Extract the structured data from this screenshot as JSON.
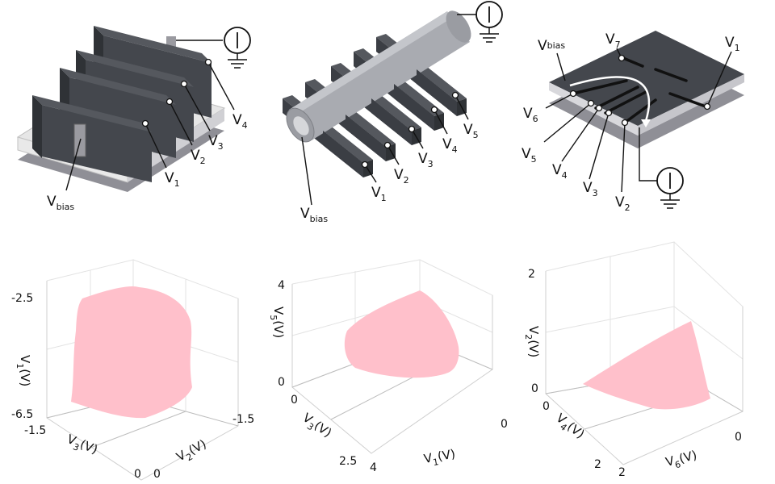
{
  "panels": {
    "fin": {
      "gate_labels": [
        {
          "main": "V",
          "sub": "4"
        },
        {
          "main": "V",
          "sub": "3"
        },
        {
          "main": "V",
          "sub": "2"
        },
        {
          "main": "V",
          "sub": "1"
        }
      ],
      "bias": {
        "main": "V",
        "sub": "bias"
      }
    },
    "nanowire": {
      "gate_labels": [
        {
          "main": "V",
          "sub": "1"
        },
        {
          "main": "V",
          "sub": "2"
        },
        {
          "main": "V",
          "sub": "3"
        },
        {
          "main": "V",
          "sub": "4"
        },
        {
          "main": "V",
          "sub": "5"
        }
      ],
      "bias": {
        "main": "V",
        "sub": "bias"
      }
    },
    "planar": {
      "gate_labels": [
        {
          "main": "V",
          "sub": "bias"
        },
        {
          "main": "V",
          "sub": "7"
        },
        {
          "main": "V",
          "sub": "1"
        },
        {
          "main": "V",
          "sub": "6"
        },
        {
          "main": "V",
          "sub": "5"
        },
        {
          "main": "V",
          "sub": "4"
        },
        {
          "main": "V",
          "sub": "3"
        },
        {
          "main": "V",
          "sub": "2"
        }
      ]
    }
  },
  "plots": [
    {
      "zaxis": {
        "main": "V",
        "sub": "1",
        "unit": "(V)",
        "ticks": [
          "-2.5",
          "-6.5"
        ]
      },
      "xaxis": {
        "main": "V",
        "sub": "3",
        "unit": "(V)",
        "ticks": [
          "-1.5",
          "0"
        ]
      },
      "yaxis": {
        "main": "V",
        "sub": "2",
        "unit": "(V)",
        "ticks": [
          "-1.5",
          "0"
        ]
      },
      "region_color": "#ffc0cb"
    },
    {
      "zaxis": {
        "main": "V",
        "sub": "5",
        "unit": "(V)",
        "ticks": [
          "4",
          "0"
        ]
      },
      "xaxis": {
        "main": "V",
        "sub": "3",
        "unit": "(V)",
        "ticks": [
          "0",
          "2.5",
          "4"
        ]
      },
      "yaxis": {
        "main": "V",
        "sub": "1",
        "unit": "(V)",
        "ticks": [
          "0"
        ]
      },
      "region_color": "#ffc0cb"
    },
    {
      "zaxis": {
        "main": "V",
        "sub": "2",
        "unit": "(V)",
        "ticks": [
          "2",
          "0"
        ]
      },
      "xaxis": {
        "main": "V",
        "sub": "4",
        "unit": "(V)",
        "ticks": [
          "0",
          "2",
          "2"
        ]
      },
      "yaxis": {
        "main": "V",
        "sub": "6",
        "unit": "(V)",
        "ticks": [
          "0"
        ]
      },
      "region_color": "#ffc0cb"
    }
  ],
  "colors": {
    "gate_dark": "#44474d",
    "substrate_light": "#e6e6e6",
    "substrate_dark": "#8f8f96",
    "wire": "#a9abb1"
  }
}
